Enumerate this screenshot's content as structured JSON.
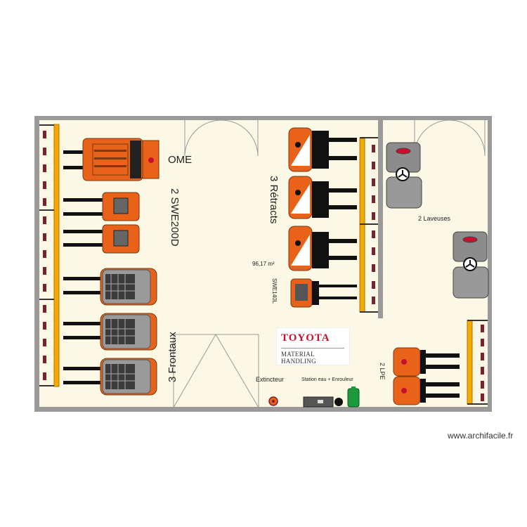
{
  "labels": {
    "ome": "OME",
    "swe200d": "2 SWE200D",
    "retracts": "3 Rétracts",
    "area": "96,17 m²",
    "swe140l": "SWE140L",
    "frontaux": "3 Frontaux",
    "laveuses": "2 Laveuses",
    "lpe": "2 LPE",
    "extincteur": "Extincteur",
    "station": "Station eau + Enrouleur"
  },
  "logo": {
    "name": "TOYOTA",
    "sub": "MATERIAL HANDLING"
  },
  "footer": "www.archifacile.fr",
  "colors": {
    "wall": "#999999",
    "floor": "#fbf8e6",
    "orange": "#e8621a",
    "rack_beam": "#f4a800",
    "rack_post": "#7a2030",
    "fork": "#111111",
    "grey_machine": "#8c8c8c",
    "water_station": "#1a9a3a"
  },
  "icons": [
    "forklift-icon",
    "reach-truck-icon",
    "scrubber-icon",
    "pallet-truck-icon",
    "fire-extinguisher-icon",
    "water-station-icon",
    "door-icon",
    "rack-icon"
  ]
}
